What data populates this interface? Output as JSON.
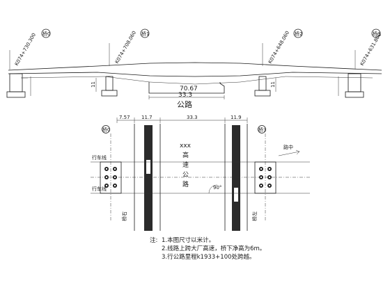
{
  "elevation": {
    "stations": [
      "K074+730.300",
      "K074+708.060",
      "K074+648.060",
      "K074+631.800"
    ],
    "station_tags": [
      "桥0",
      "桥1",
      "桥2",
      "桥3"
    ],
    "clear_width": "70.67",
    "road_width": "33.3",
    "road_label": "公路",
    "pier_height_left": "11",
    "pier_height_right": "11"
  },
  "plan": {
    "dims": [
      "7.57",
      "11.7",
      "33.3",
      "11.9"
    ],
    "pier_tags": [
      "桥0",
      "桥3"
    ],
    "highway_label": [
      "xxx",
      "高",
      "速",
      "公",
      "路"
    ],
    "line_label_top": "行车线",
    "line_label_bottom": "行车线",
    "flow_label": "路中",
    "angle_label": "90°",
    "side_label_left": "桥右",
    "side_label_right": "桥左"
  },
  "notes": {
    "title": "注:",
    "line1": "1.本图尺寸以米计。",
    "line2": "2.线路上跨大厂高速，桥下净高为6m。",
    "line3": "3.行公路里程k1933+100处跨越。"
  }
}
